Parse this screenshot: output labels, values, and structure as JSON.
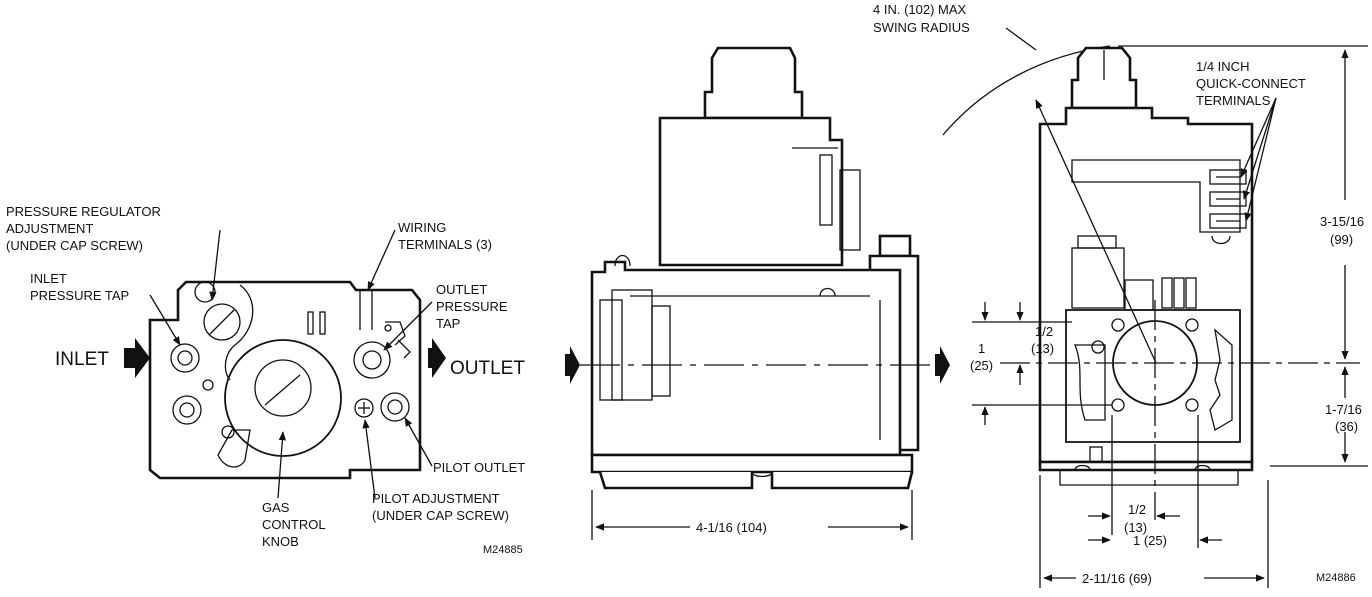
{
  "left_view": {
    "pressure_regulator": [
      "PRESSURE REGULATOR",
      "ADJUSTMENT",
      "(UNDER CAP SCREW)"
    ],
    "wiring_terminals": [
      "WIRING",
      "TERMINALS (3)"
    ],
    "inlet_pressure_tap": [
      "INLET",
      "PRESSURE TAP"
    ],
    "outlet_pressure_tap": [
      "OUTLET",
      "PRESSURE",
      "TAP"
    ],
    "inlet": "INLET",
    "outlet": "OUTLET",
    "pilot_outlet": "PILOT OUTLET",
    "gas_control_knob": [
      "GAS",
      "CONTROL",
      "KNOB"
    ],
    "pilot_adjustment": [
      "PILOT ADJUSTMENT",
      "(UNDER CAP SCREW)"
    ],
    "figure_code": "M24885"
  },
  "side_view": {
    "width_dim": "4-1/16 (104)"
  },
  "front_view": {
    "swing_radius": [
      "4 IN. (102) MAX",
      "SWING RADIUS"
    ],
    "quick_connect": [
      "1/4 INCH",
      "QUICK-CONNECT",
      "TERMINALS"
    ],
    "dim_height_top": [
      "3-15/16",
      "(99)"
    ],
    "dim_height_bottom": [
      "1-7/16",
      "(36)"
    ],
    "dim_half_vertical": [
      "1/2",
      "(13)"
    ],
    "dim_one_vertical": [
      "1",
      "(25)"
    ],
    "dim_half_horizontal": [
      "1/2",
      "(13)"
    ],
    "dim_one_horizontal": "1 (25)",
    "dim_width": "2-11/16 (69)",
    "figure_code": "M24886"
  }
}
